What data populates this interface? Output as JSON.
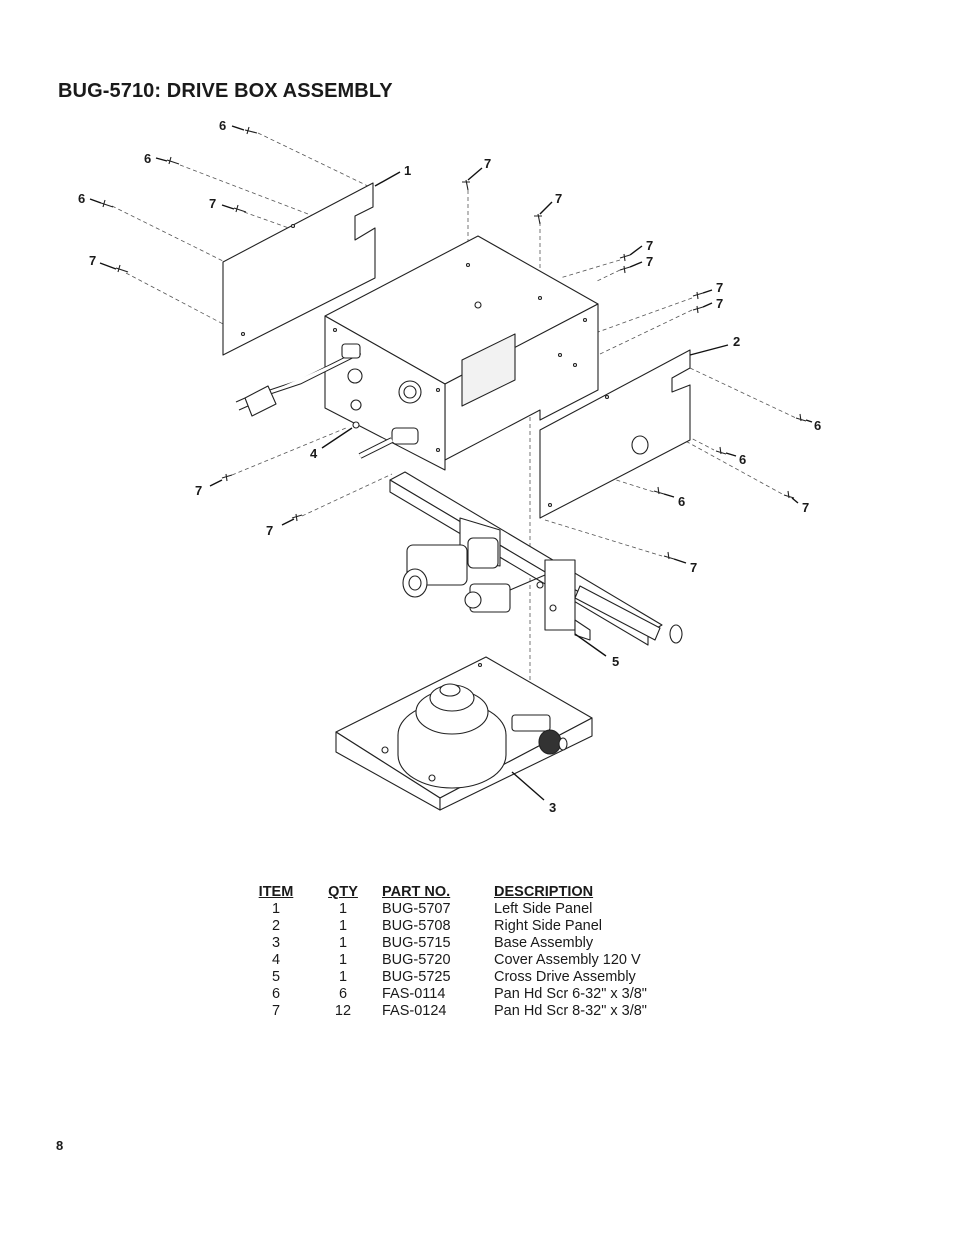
{
  "title": "BUG-5710: DRIVE BOX ASSEMBLY",
  "callouts": {
    "c1": "1",
    "c2": "2",
    "c3": "3",
    "c4": "4",
    "c5": "5",
    "c6a": "6",
    "c6b": "6",
    "c6c": "6",
    "c6d": "6",
    "c6e": "6",
    "c6f": "6",
    "c7a": "7",
    "c7b": "7",
    "c7c": "7",
    "c7d": "7",
    "c7e": "7",
    "c7f": "7",
    "c7g": "7",
    "c7h": "7",
    "c7i": "7",
    "c7j": "7",
    "c7k": "7",
    "c7l": "7"
  },
  "table": {
    "headers": {
      "item": "ITEM",
      "qty": "QTY",
      "part": "PART NO.",
      "desc": "DESCRIPTION"
    },
    "rows": [
      {
        "item": "1",
        "qty": "1",
        "part": "BUG-5707",
        "desc": "Left Side Panel"
      },
      {
        "item": "2",
        "qty": "1",
        "part": "BUG-5708",
        "desc": "Right Side Panel"
      },
      {
        "item": "3",
        "qty": "1",
        "part": "BUG-5715",
        "desc": "Base Assembly"
      },
      {
        "item": "4",
        "qty": "1",
        "part": "BUG-5720",
        "desc": "Cover Assembly 120 V"
      },
      {
        "item": "5",
        "qty": "1",
        "part": "BUG-5725",
        "desc": "Cross Drive Assembly"
      },
      {
        "item": "6",
        "qty": "6",
        "part": "FAS-0114",
        "desc": "Pan Hd Scr 6-32\" x 3/8\""
      },
      {
        "item": "7",
        "qty": "12",
        "part": "FAS-0124",
        "desc": "Pan Hd Scr 8-32\" x 3/8\""
      }
    ]
  },
  "page_number": "8"
}
